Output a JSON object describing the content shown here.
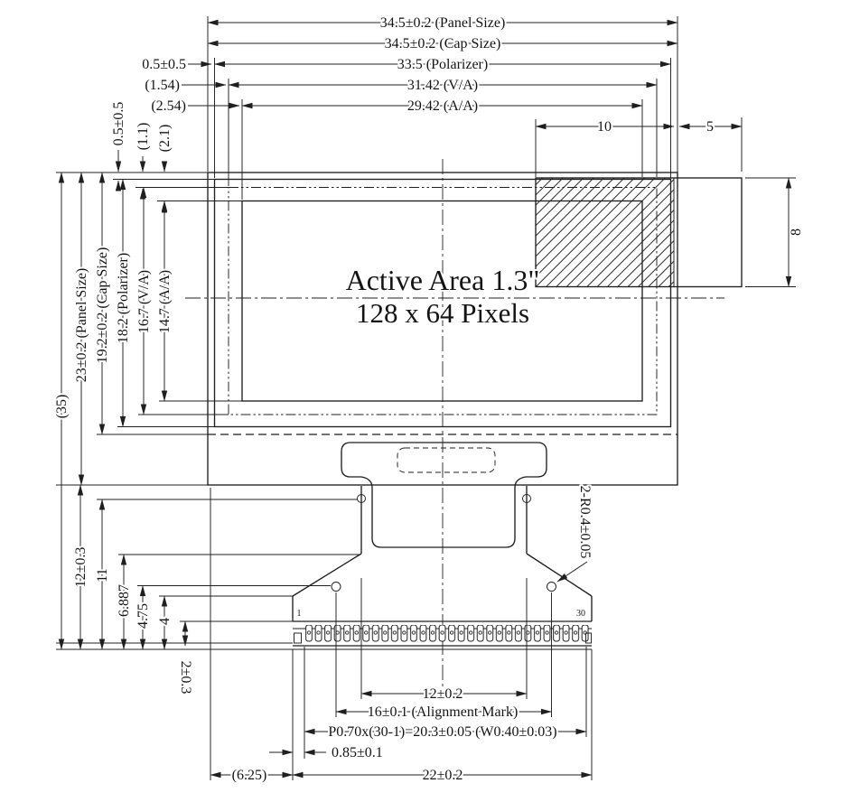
{
  "drawing": {
    "background": "#ffffff",
    "line_color": "#1f1f1f",
    "active_area": {
      "line1": "Active Area 1.3\"",
      "line2": "128 x 64 Pixels"
    },
    "pins": {
      "first": "1",
      "last": "30"
    },
    "dims": {
      "panel_w": "34.5±0.2 (Panel Size)",
      "cap_w": "34.5±0.2 (Cap Size)",
      "polarizer_w": "33.5 (Polarizer)",
      "va_w": "31.42 (V/A)",
      "aa_w": "29.42 (A/A)",
      "pol_offset_x": "0.5±0.5",
      "va_offset_x": "(1.54)",
      "aa_offset_x": "(2.54)",
      "seal_w": "10",
      "tab_w": "5",
      "tab_h": "8",
      "pol_offset_y": "0.5±0.5",
      "va_offset_y": "(1.1)",
      "aa_offset_y": "(2.1)",
      "total_h": "(35)",
      "panel_h": "23±0.2 (Panel Size)",
      "cap_h": "19.2±0.2 (Cap Size)",
      "polarizer_h": "18.2 (Polarizer)",
      "va_h": "16.7 (V/A)",
      "aa_h": "14.7 (A/A)",
      "fpc_len": "12±0.3",
      "notch_y": "11",
      "fan_y": "6.887",
      "mark_y": "4.75",
      "corner_y": "4",
      "strip_t": "2±0.3",
      "radius_note": "2-R0.4±0.05",
      "neck_w": "12±0.2",
      "mark_pitch": "16±0.1 (Alignment Mark)",
      "pin_pitch": "P0.70x(30-1)=20.3±0.05 (W0.40±0.03)",
      "pin_margin": "0.85±0.1",
      "strip_offset_x": "(6.25)",
      "strip_w": "22±0.2"
    }
  }
}
